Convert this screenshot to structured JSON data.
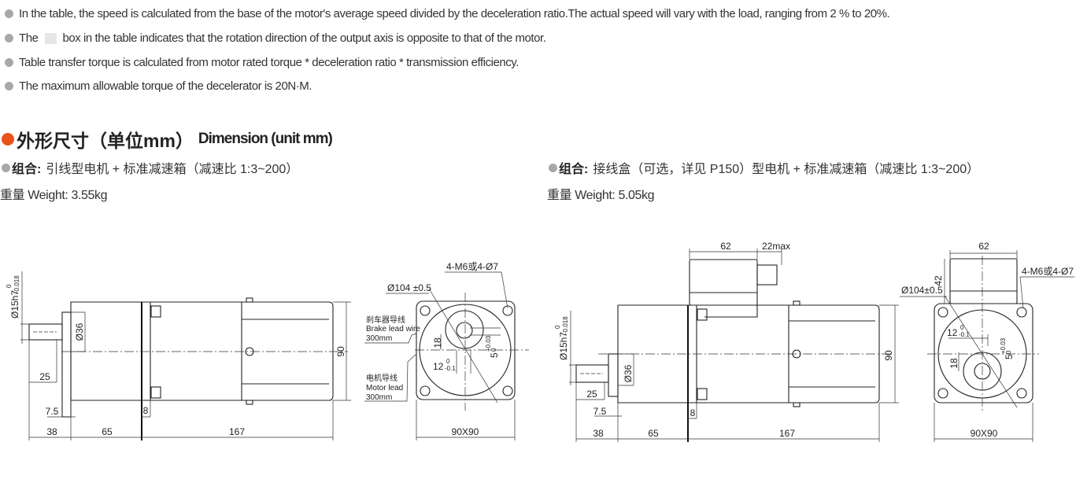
{
  "notes": [
    {
      "text": "In the table, the speed is calculated from the base of the motor's average speed divided by the deceleration ratio.The actual speed will vary with the load, ranging from 2 % to 20%."
    },
    {
      "before": "The",
      "after": "box in the table indicates that the rotation direction of the output axis is opposite to that of the motor."
    },
    {
      "text": "Table transfer torque is calculated from motor rated torque * deceleration ratio * transmission efficiency."
    },
    {
      "text": "The maximum allowable torque of the decelerator is 20N·M."
    }
  ],
  "section": {
    "title_zh": "外形尺寸（单位mm）",
    "title_en": "Dimension (unit mm)",
    "accent_color": "#e8541c"
  },
  "left": {
    "combo_label": "组合:",
    "combo_text": "引线型电机 + 标准减速箱（减速比 1:3~200）",
    "weight_zh": "重量",
    "weight_en": "Weight: 3.55kg"
  },
  "right": {
    "combo_label": "组合:",
    "combo_text": "接线盒（可选，详见 P150）型电机 + 标准减速箱（减速比 1:3~200）",
    "weight_zh": "重量",
    "weight_en": "Weight: 5.05kg"
  },
  "drawings": {
    "shaft_dia": "Ø15h7",
    "shaft_tol_up": "0",
    "shaft_tol_down": "-0.018",
    "boss_dia": "Ø36",
    "d25": "25",
    "d7_5": "7.5",
    "d8": "8",
    "d38": "38",
    "d65": "65",
    "d167": "167",
    "d90": "90",
    "pcd": "Ø104 ±0.5",
    "pcd_right": "Ø104±0.5",
    "holes": "4-M6或4-Ø7",
    "key_h": "18",
    "key_w": "12",
    "key_w_up": "0",
    "key_w_down": "-0.1",
    "key_5": "5",
    "key_5_up": "+0.03",
    "key_5_down": "0",
    "brake_zh": "刹车器导线",
    "brake_en": "Brake lead wire",
    "brake_len": "300mm",
    "motor_zh": "电机导线",
    "motor_en": "Motor lead",
    "motor_len": "300mm",
    "square": "90X90",
    "box_w": "62",
    "gland": "22max",
    "box_h": "42"
  }
}
